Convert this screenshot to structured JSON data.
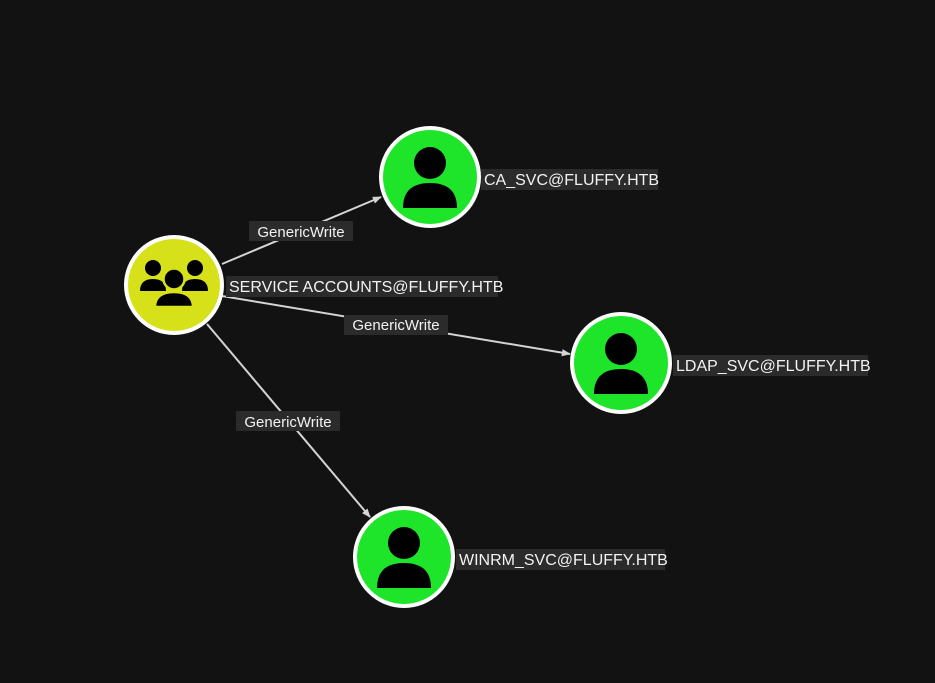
{
  "colors": {
    "background": "#121212",
    "group_node": "#d7e11a",
    "user_node": "#1ee52a",
    "node_ring": "#ffffff",
    "edge": "#d4d4d4",
    "label_bg": "#2b2b2b",
    "label_text": "#f2f2f2"
  },
  "nodes": [
    {
      "id": "service_accounts",
      "label": "SERVICE ACCOUNTS@FLUFFY.HTB",
      "kind": "group",
      "icon": "users-group-icon"
    },
    {
      "id": "ca_svc",
      "label": "CA_SVC@FLUFFY.HTB",
      "kind": "user",
      "icon": "user-icon"
    },
    {
      "id": "ldap_svc",
      "label": "LDAP_SVC@FLUFFY.HTB",
      "kind": "user",
      "icon": "user-icon"
    },
    {
      "id": "winrm_svc",
      "label": "WINRM_SVC@FLUFFY.HTB",
      "kind": "user",
      "icon": "user-icon"
    }
  ],
  "edges": [
    {
      "from": "service_accounts",
      "to": "ca_svc",
      "label": "GenericWrite"
    },
    {
      "from": "service_accounts",
      "to": "ldap_svc",
      "label": "GenericWrite"
    },
    {
      "from": "service_accounts",
      "to": "winrm_svc",
      "label": "GenericWrite"
    }
  ]
}
